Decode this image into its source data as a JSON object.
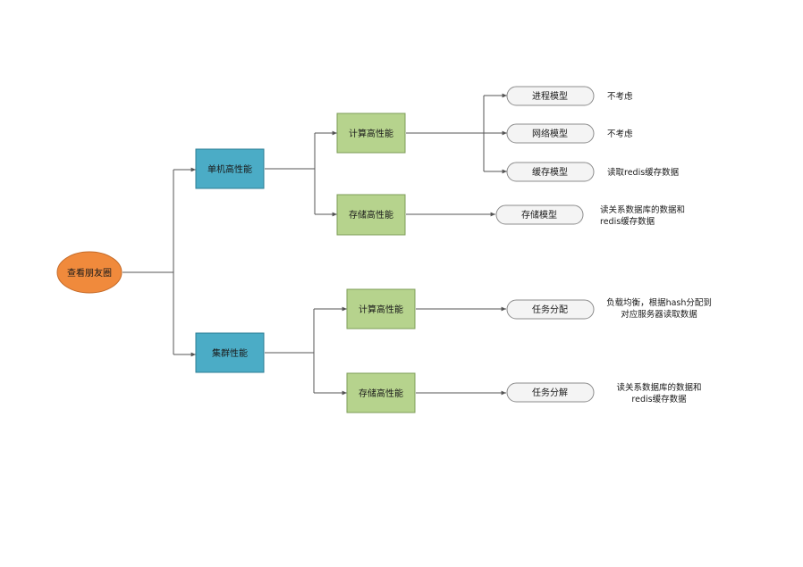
{
  "colors": {
    "root_fill": "#F08A3C",
    "root_stroke": "#C46A28",
    "level1_fill": "#4BACC6",
    "level1_stroke": "#2E7E94",
    "level2_fill": "#B6D38D",
    "level2_stroke": "#7E9D58",
    "leaf_fill": "#F4F4F4",
    "leaf_stroke": "#8C8C8C",
    "edge": "#555555"
  },
  "root": {
    "label": "查看朋友圈"
  },
  "single": {
    "label": "单机高性能",
    "compute": {
      "label": "计算高性能",
      "leaves": [
        {
          "label": "进程模型",
          "note": "不考虑"
        },
        {
          "label": "网络模型",
          "note": "不考虑"
        },
        {
          "label": "缓存模型",
          "note": "读取redis缓存数据"
        }
      ]
    },
    "storage": {
      "label": "存储高性能",
      "leaf": {
        "label": "存储模型",
        "note_lines": [
          "读关系数据库的数据和",
          "redis缓存数据"
        ]
      }
    }
  },
  "cluster": {
    "label": "集群性能",
    "compute": {
      "label": "计算高性能",
      "leaf": {
        "label": "任务分配",
        "note_lines": [
          "负载均衡，根据hash分配到",
          "对应服务器读取数据"
        ]
      }
    },
    "storage": {
      "label": "存储高性能",
      "leaf": {
        "label": "任务分解",
        "note_lines": [
          "读关系数据库的数据和",
          "redis缓存数据"
        ]
      }
    }
  }
}
